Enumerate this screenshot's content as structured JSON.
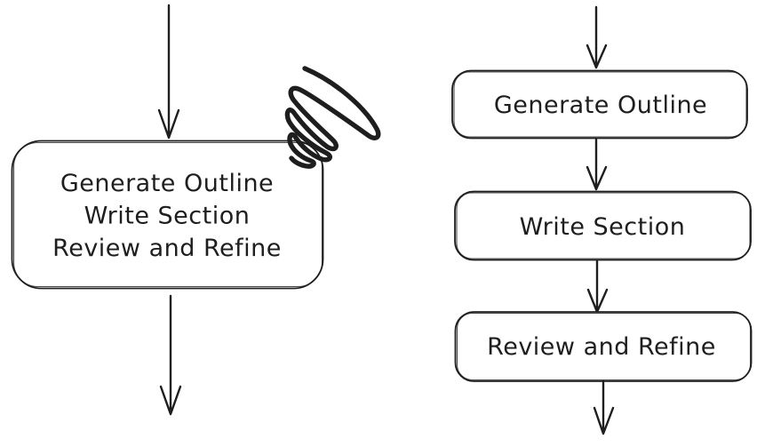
{
  "diagram": {
    "style": "hand-drawn-flowchart",
    "stroke_color": "#1e1e1e",
    "background_color": "#ffffff",
    "left_flow": {
      "description": "single combined node with incoming and outgoing arrows, crossed out with a scribble mark",
      "node": {
        "line1": "Generate Outline",
        "line2": "Write Section",
        "line3": "Review and Refine"
      },
      "annotation": "scribble-mark"
    },
    "right_flow": {
      "description": "three sequential nodes connected by downward arrows",
      "nodes": [
        {
          "label": "Generate Outline"
        },
        {
          "label": "Write Section"
        },
        {
          "label": "Review and Refine"
        }
      ]
    }
  }
}
